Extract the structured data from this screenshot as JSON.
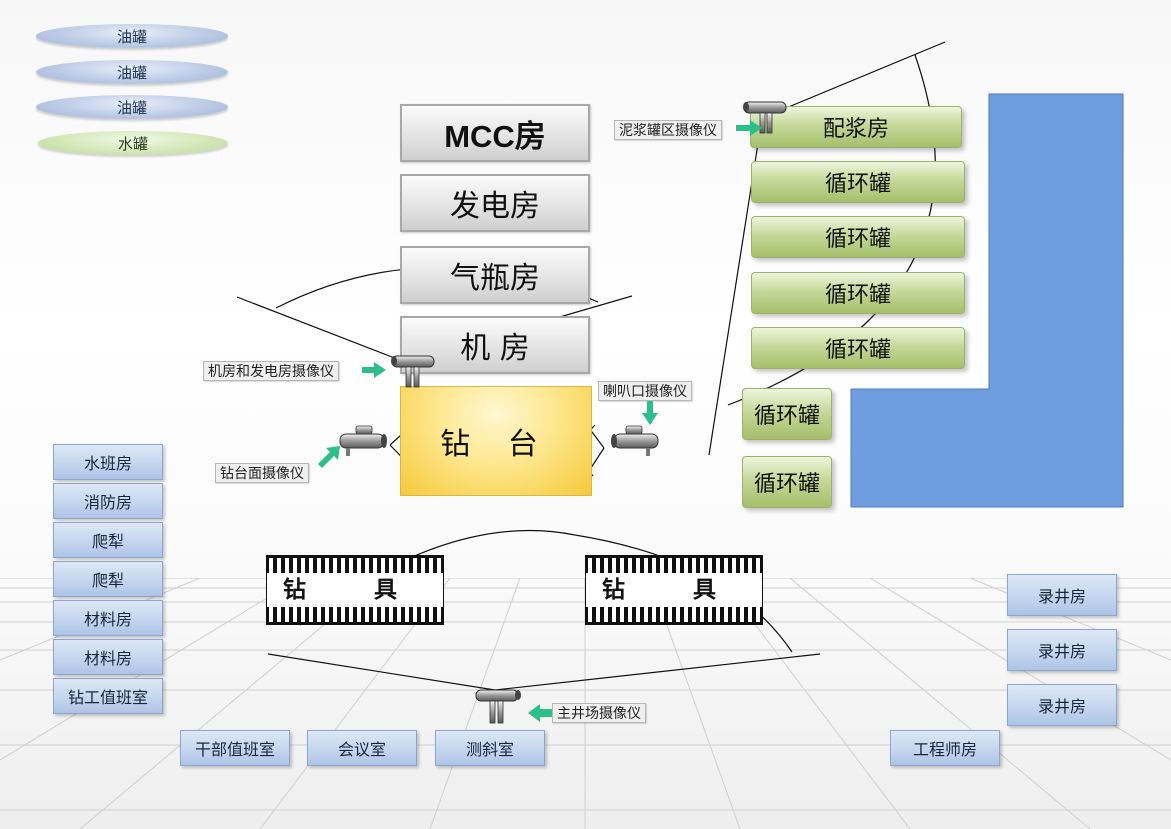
{
  "tanks": [
    {
      "label": "油罐",
      "kind": "oil"
    },
    {
      "label": "油罐",
      "kind": "oil"
    },
    {
      "label": "油罐",
      "kind": "oil"
    },
    {
      "label": "水罐",
      "kind": "water"
    }
  ],
  "center_rooms": {
    "mcc": "MCC房",
    "generator": "发电房",
    "gas_cylinder": "气瓶房",
    "engine": "机 房"
  },
  "drill_floor": "钻 台",
  "tool_racks": [
    "钻 具",
    "钻 具"
  ],
  "mud_system": {
    "mixing": "配浆房",
    "circulation_tanks": [
      "循环罐",
      "循环罐",
      "循环罐",
      "循环罐",
      "循环罐",
      "循环罐"
    ]
  },
  "left_rooms": [
    "水班房",
    "消防房",
    "爬犁",
    "爬犁",
    "材料房",
    "材料房",
    "钻工值班室"
  ],
  "bottom_rooms": [
    "干部值班室",
    "会议室",
    "测斜室"
  ],
  "right_rooms": [
    "录井房",
    "录井房",
    "录井房"
  ],
  "engineer_room": "工程师房",
  "cameras": {
    "mud_tank": "泥浆罐区摄像仪",
    "engine_generator": "机房和发电房摄像仪",
    "bell_nipple": "喇叭口摄像仪",
    "drill_floor": "钻台面摄像仪",
    "main_yard": "主井场摄像仪"
  },
  "colors": {
    "mud_area": "#6f9ee0",
    "arrow": "#2cbf8a",
    "drill_floor": "#f6c93a",
    "green_tank": "#a4bf6a"
  }
}
